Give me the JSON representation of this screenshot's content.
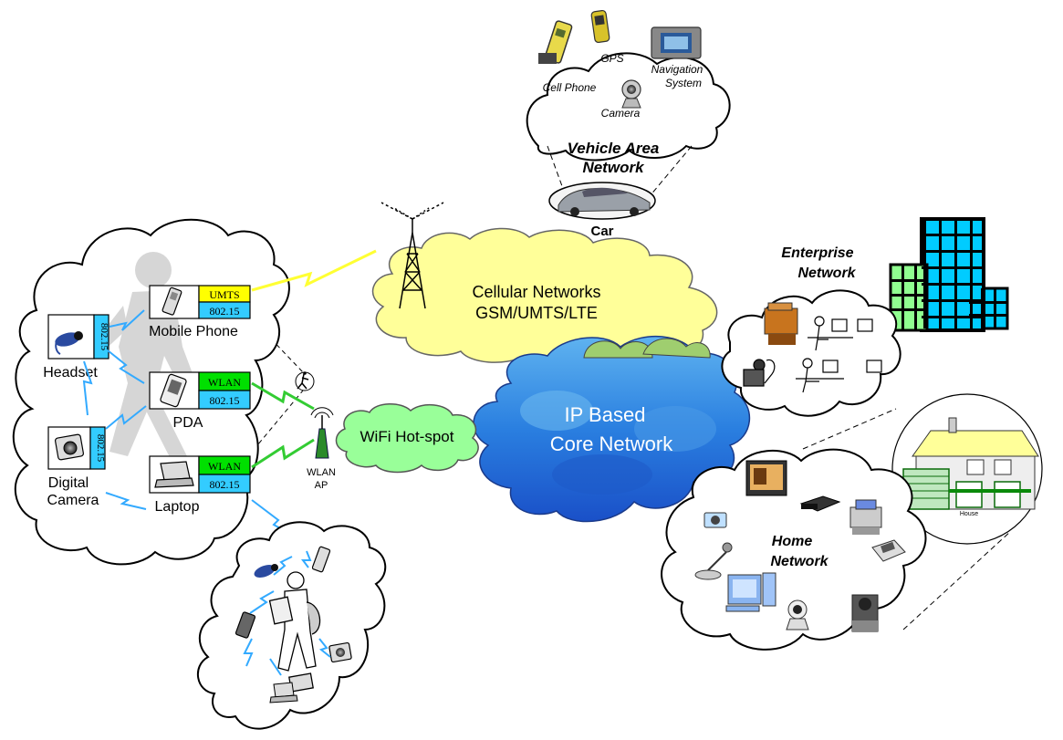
{
  "vehicle": {
    "cell_phone": "Cell Phone",
    "gps": "GPS",
    "navigation_line1": "Navigation",
    "navigation_line2": "System",
    "camera": "Camera",
    "title_line1": "Vehicle Area",
    "title_line2": "Network",
    "car": "Car"
  },
  "cellular": {
    "line1": "Cellular Networks",
    "line2": "GSM/UMTS/LTE"
  },
  "enterprise": {
    "line1": "Enterprise",
    "line2": "Network"
  },
  "core": {
    "line1": "IP Based",
    "line2": "Core Network"
  },
  "wifi": {
    "label": "WiFi Hot-spot",
    "ap_line1": "WLAN",
    "ap_line2": "AP"
  },
  "home": {
    "line1": "Home",
    "line2": "Network",
    "house": "House"
  },
  "pan": {
    "mobile_phone": "Mobile Phone",
    "headset": "Headset",
    "pda": "PDA",
    "digital_line1": "Digital",
    "digital_line2": "Camera",
    "laptop": "Laptop",
    "badge_umts": "UMTS",
    "badge_wlan": "WLAN",
    "badge_80215": "802.15"
  },
  "colors": {
    "cellular_cloud": "#ffff99",
    "wifi_cloud": "#99ff99",
    "core_cloud": "#2f6fd6",
    "umts_badge": "#ffff00",
    "wlan_badge": "#00e000",
    "bt_badge": "#33ccff",
    "building": "#00ccff",
    "link_yellow": "#ffff33",
    "link_green": "#33cc33",
    "link_blue": "#33aaff"
  }
}
